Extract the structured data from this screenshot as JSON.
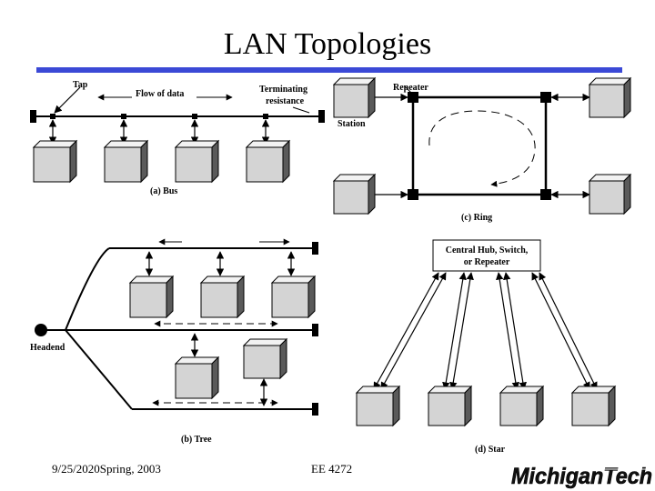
{
  "slide": {
    "title": "LAN Topologies",
    "footer_date": "9/25/2020Spring, 2003",
    "footer_course": "EE 4272",
    "logo_text": "MichiganTech"
  },
  "bus": {
    "tap": "Tap",
    "flow": "Flow of data",
    "terminating_1": "Terminating",
    "terminating_2": "resistance",
    "caption": "(a) Bus"
  },
  "ring": {
    "repeater": "Repeater",
    "station": "Station",
    "caption": "(c) Ring"
  },
  "tree": {
    "headend": "Headend",
    "caption": "(b) Tree"
  },
  "star": {
    "hub_1": "Central Hub, Switch,",
    "hub_2": "or Repeater",
    "caption": "(d) Star"
  },
  "colors": {
    "rule": "#3b49d6",
    "box_face": "#d4d4d4",
    "box_top": "#f2f2f2",
    "box_side": "#5a5a5a"
  }
}
